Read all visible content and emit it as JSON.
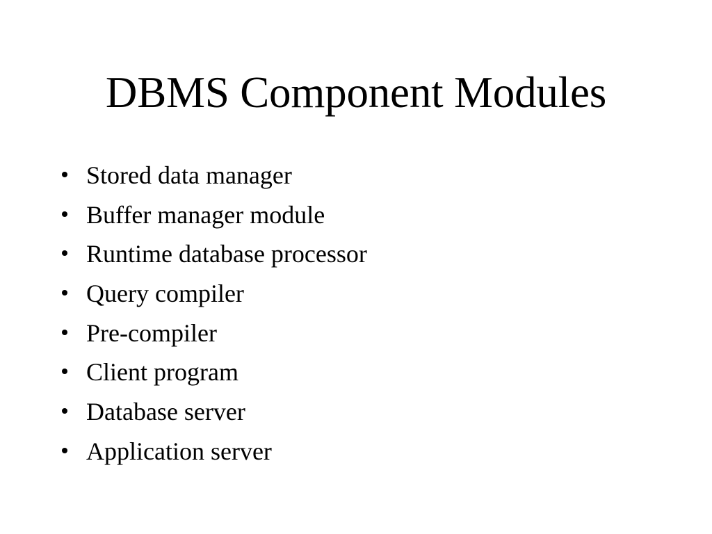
{
  "slide": {
    "title": "DBMS Component Modules",
    "background_color": "#ffffff",
    "text_color": "#000000",
    "bullet_marker": "round-bullet",
    "bullets": [
      {
        "label": "Stored data manager"
      },
      {
        "label": "Buffer manager module"
      },
      {
        "label": "Runtime database processor"
      },
      {
        "label": "Query compiler"
      },
      {
        "label": "Pre-compiler"
      },
      {
        "label": "Client program"
      },
      {
        "label": "Database server"
      },
      {
        "label": "Application server"
      }
    ]
  }
}
